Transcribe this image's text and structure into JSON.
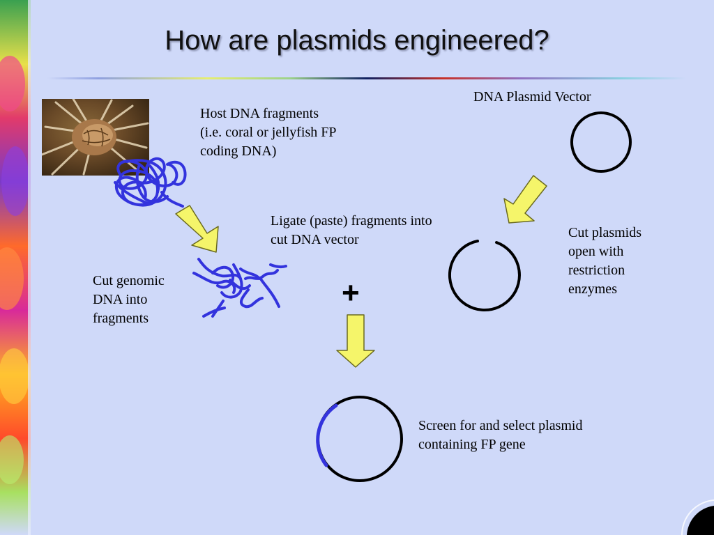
{
  "slide": {
    "title": "How are plasmids engineered?",
    "labels": {
      "host_dna": "Host DNA fragments\n(i.e. coral or jellyfish FP\ncoding DNA)",
      "plasmid_vector": "DNA Plasmid Vector",
      "ligate": "Ligate (paste) fragments into\ncut DNA vector",
      "cut_plasmids": "Cut plasmids\nopen with\nrestriction\nenzymes",
      "cut_genomic": "Cut genomic\nDNA into\nfragments",
      "screen_select": "Screen for and select plasmid\ncontaining FP gene",
      "plus_sign": "+"
    },
    "colors": {
      "background": "#cfd9f9",
      "dna_strand": "#3333dd",
      "arrow_fill": "#f5f56a",
      "plasmid": "#000000"
    },
    "icons": {
      "photo": "sea-anemone-photo",
      "arrows": "down-arrow-icon"
    }
  }
}
